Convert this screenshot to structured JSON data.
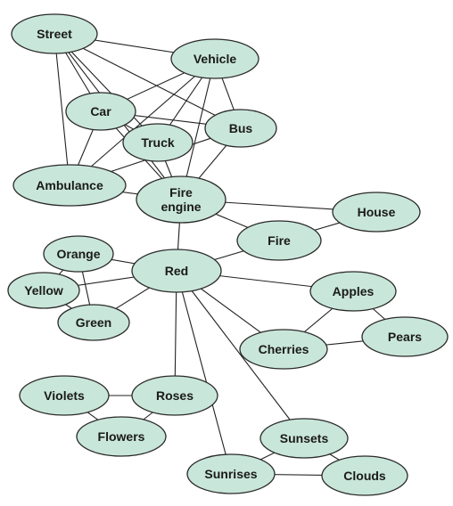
{
  "colors": {
    "node_fill": "#c9e6da",
    "node_stroke": "#2a2a2a",
    "edge": "#222222",
    "text": "#1a1a1a"
  },
  "nodes": [
    {
      "id": "street",
      "lines": [
        "Street"
      ]
    },
    {
      "id": "vehicle",
      "lines": [
        "Vehicle"
      ]
    },
    {
      "id": "car",
      "lines": [
        "Car"
      ]
    },
    {
      "id": "truck",
      "lines": [
        "Truck"
      ]
    },
    {
      "id": "bus",
      "lines": [
        "Bus"
      ]
    },
    {
      "id": "ambulance",
      "lines": [
        "Ambulance"
      ]
    },
    {
      "id": "fire-engine",
      "lines": [
        "Fire",
        "engine"
      ]
    },
    {
      "id": "house",
      "lines": [
        "House"
      ]
    },
    {
      "id": "fire",
      "lines": [
        "Fire"
      ]
    },
    {
      "id": "orange",
      "lines": [
        "Orange"
      ]
    },
    {
      "id": "yellow",
      "lines": [
        "Yellow"
      ]
    },
    {
      "id": "green",
      "lines": [
        "Green"
      ]
    },
    {
      "id": "red",
      "lines": [
        "Red"
      ]
    },
    {
      "id": "apples",
      "lines": [
        "Apples"
      ]
    },
    {
      "id": "pears",
      "lines": [
        "Pears"
      ]
    },
    {
      "id": "cherries",
      "lines": [
        "Cherries"
      ]
    },
    {
      "id": "violets",
      "lines": [
        "Violets"
      ]
    },
    {
      "id": "roses",
      "lines": [
        "Roses"
      ]
    },
    {
      "id": "flowers",
      "lines": [
        "Flowers"
      ]
    },
    {
      "id": "sunsets",
      "lines": [
        "Sunsets"
      ]
    },
    {
      "id": "sunrises",
      "lines": [
        "Sunrises"
      ]
    },
    {
      "id": "clouds",
      "lines": [
        "Clouds"
      ]
    }
  ],
  "edges": [
    [
      "street",
      "vehicle"
    ],
    [
      "street",
      "car"
    ],
    [
      "street",
      "truck"
    ],
    [
      "street",
      "bus"
    ],
    [
      "street",
      "ambulance"
    ],
    [
      "street",
      "fire-engine"
    ],
    [
      "vehicle",
      "car"
    ],
    [
      "vehicle",
      "truck"
    ],
    [
      "vehicle",
      "bus"
    ],
    [
      "vehicle",
      "ambulance"
    ],
    [
      "vehicle",
      "fire-engine"
    ],
    [
      "car",
      "bus"
    ],
    [
      "car",
      "truck"
    ],
    [
      "car",
      "ambulance"
    ],
    [
      "car",
      "fire-engine"
    ],
    [
      "truck",
      "fire-engine"
    ],
    [
      "bus",
      "ambulance"
    ],
    [
      "bus",
      "fire-engine"
    ],
    [
      "ambulance",
      "fire-engine"
    ],
    [
      "fire-engine",
      "house"
    ],
    [
      "fire-engine",
      "fire"
    ],
    [
      "fire-engine",
      "red"
    ],
    [
      "fire",
      "house"
    ],
    [
      "fire",
      "red"
    ],
    [
      "red",
      "orange"
    ],
    [
      "red",
      "yellow"
    ],
    [
      "red",
      "green"
    ],
    [
      "orange",
      "yellow"
    ],
    [
      "orange",
      "green"
    ],
    [
      "yellow",
      "green"
    ],
    [
      "red",
      "apples"
    ],
    [
      "red",
      "cherries"
    ],
    [
      "red",
      "roses"
    ],
    [
      "red",
      "sunsets"
    ],
    [
      "red",
      "sunrises"
    ],
    [
      "apples",
      "cherries"
    ],
    [
      "apples",
      "pears"
    ],
    [
      "cherries",
      "pears"
    ],
    [
      "violets",
      "roses"
    ],
    [
      "violets",
      "flowers"
    ],
    [
      "roses",
      "flowers"
    ],
    [
      "sunsets",
      "sunrises"
    ],
    [
      "sunsets",
      "clouds"
    ],
    [
      "sunrises",
      "clouds"
    ]
  ]
}
